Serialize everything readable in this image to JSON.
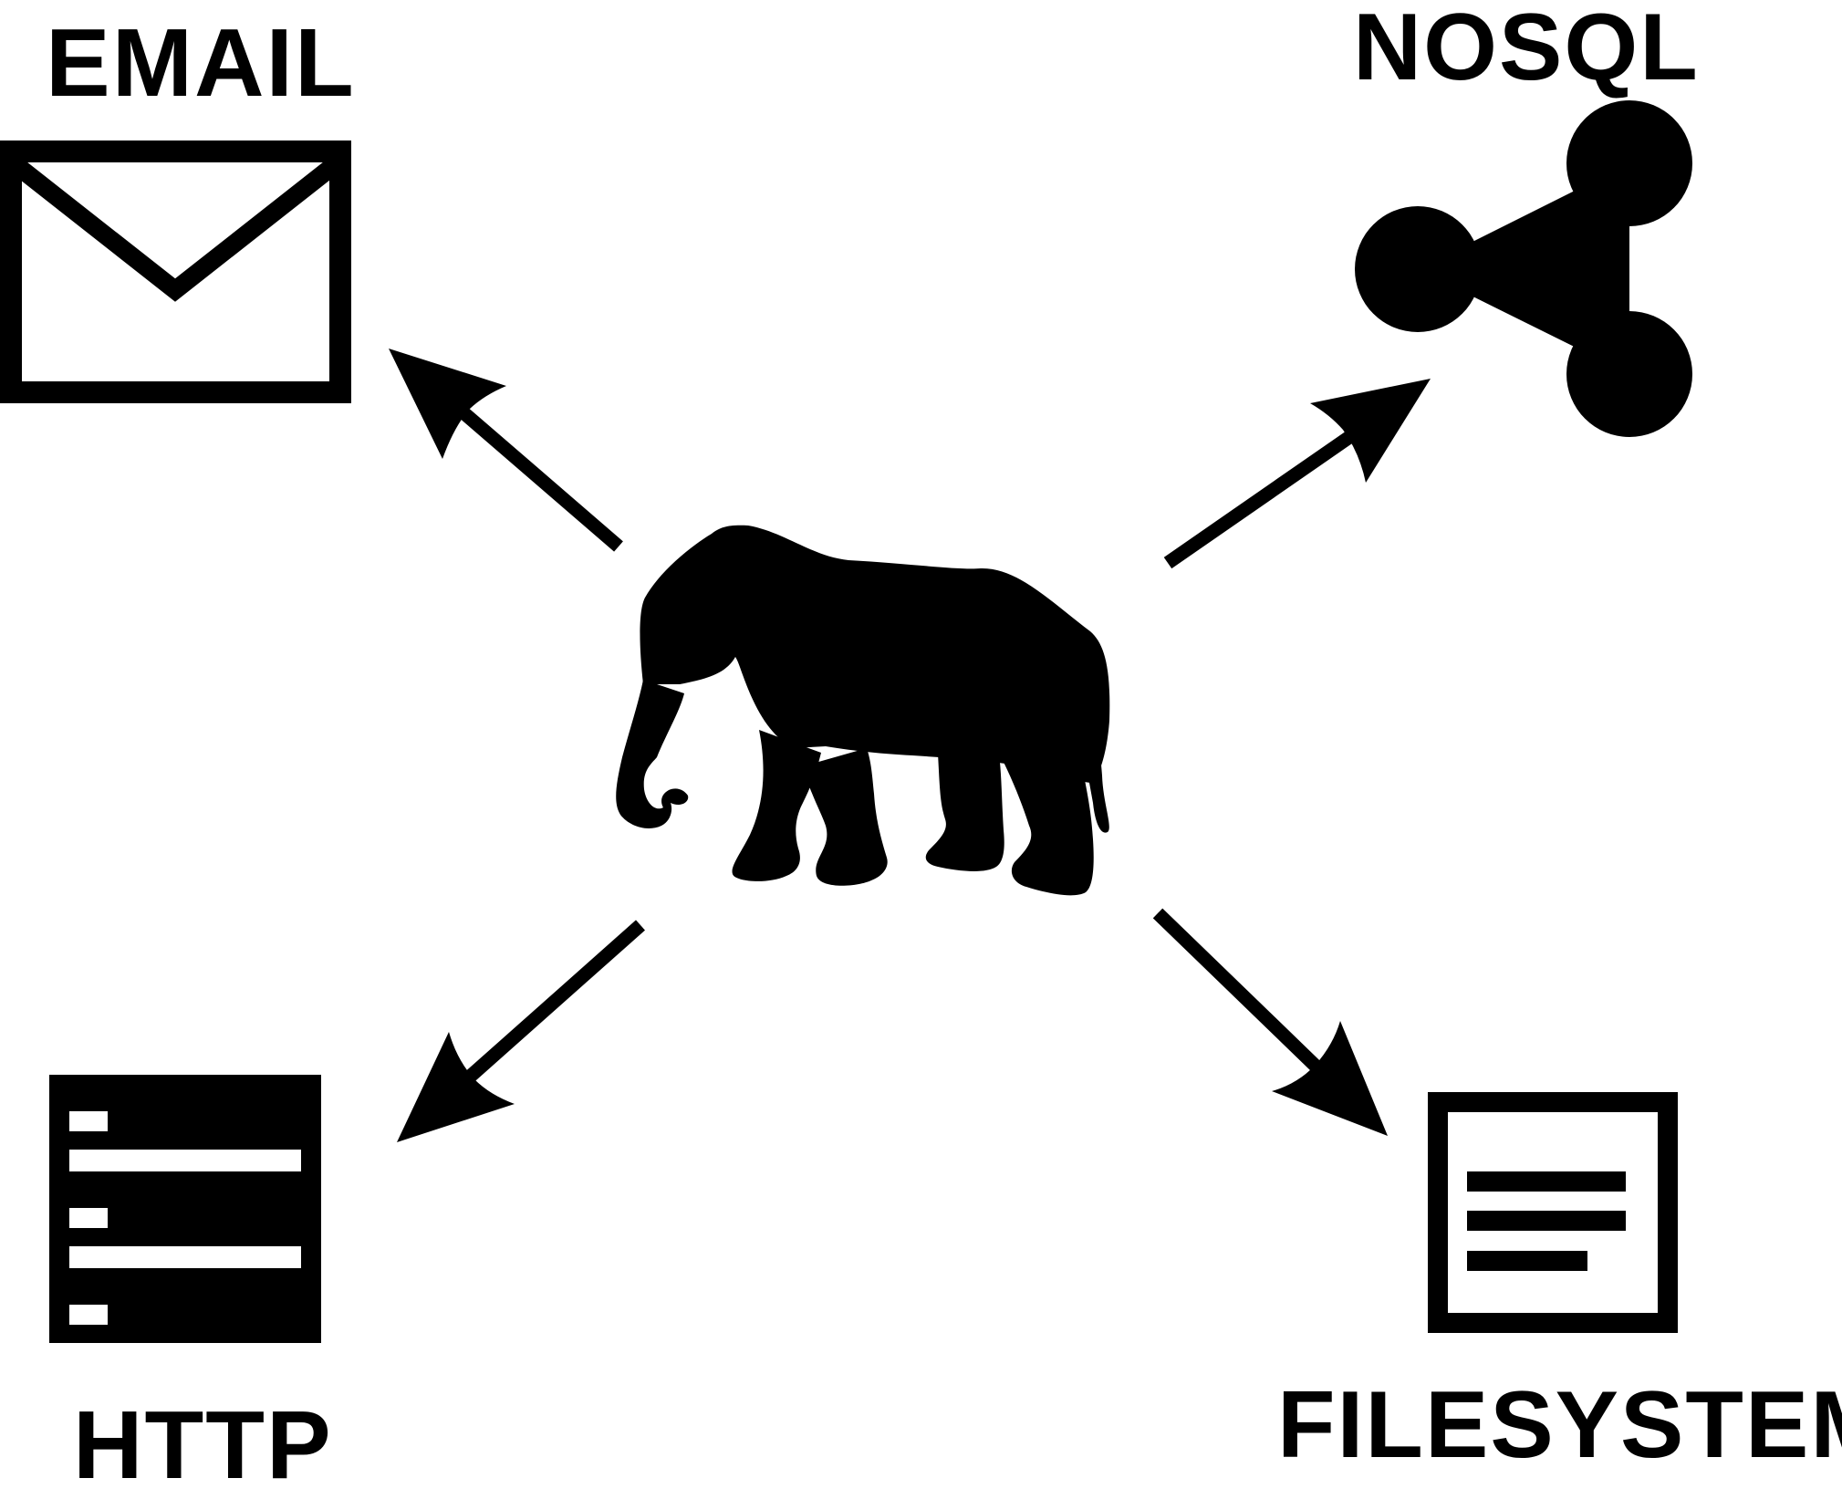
{
  "labels": {
    "email": "EMAIL",
    "nosql": "NOSQL",
    "http": "HTTP",
    "filesystem": "FILESYSTEM"
  },
  "icons": {
    "center": "elephant-icon",
    "email": "envelope-icon",
    "nosql": "share-network-icon",
    "http": "server-rack-icon",
    "filesystem": "document-icon"
  },
  "colors": {
    "foreground": "#000000",
    "background": "#ffffff"
  }
}
